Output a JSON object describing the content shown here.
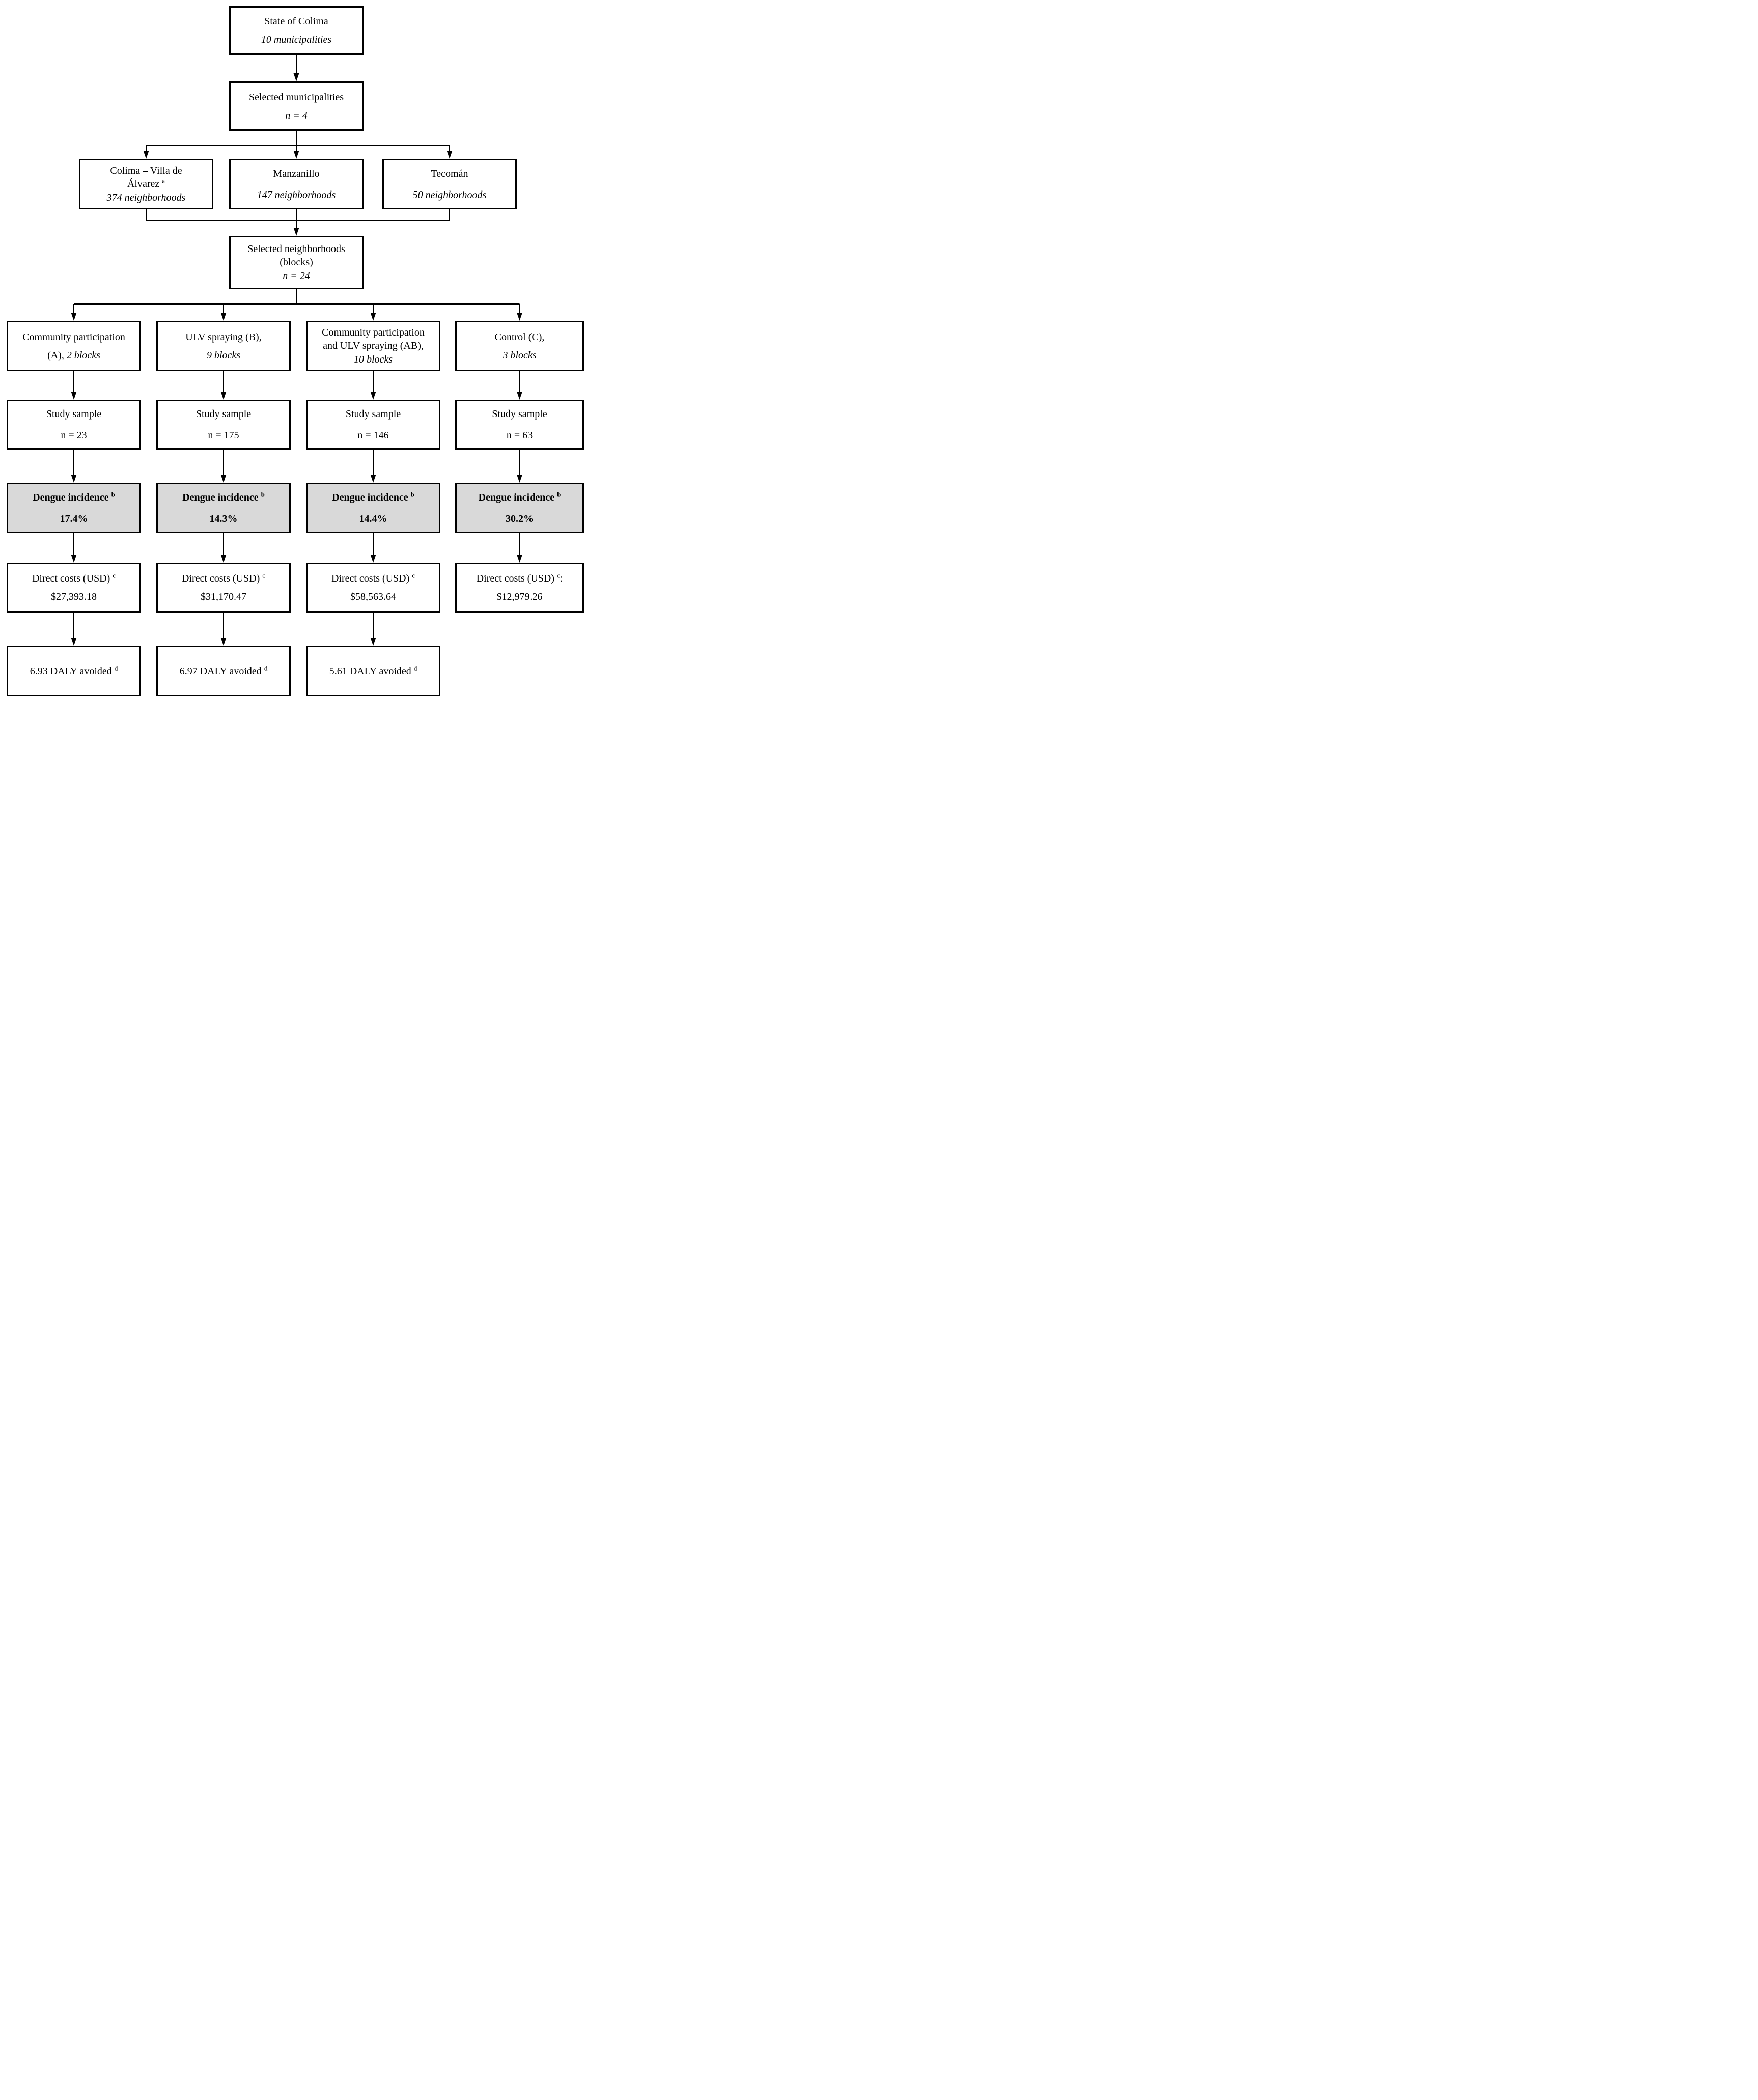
{
  "figure": {
    "background": "#ffffff",
    "box_border_color": "#000000",
    "connector_color": "#000000",
    "shaded_box_fill": "#d9d9d9"
  },
  "flow": {
    "state": {
      "title": "State of Colima",
      "subtitle": "10 municipalities"
    },
    "selected_municipalities": {
      "title": "Selected municipalities",
      "count": "n = 4"
    },
    "municipalities": [
      {
        "name_line1": "Colima – Villa de",
        "name_line2": "Álvarez",
        "footnote": "a",
        "count": "374 neighborhoods"
      },
      {
        "name_line1": "Manzanillo",
        "count": "147 neighborhoods"
      },
      {
        "name_line1": "Tecomán",
        "count": "50 neighborhoods"
      }
    ],
    "selected_neighborhoods": {
      "title": "Selected neighborhoods",
      "subtitle": "(blocks)",
      "count": "n = 24"
    }
  },
  "columns": [
    {
      "arm": {
        "line1": "Community participation",
        "line2": "(A), ",
        "blocks": "2 blocks"
      },
      "study": {
        "label": "Study sample",
        "value": "n = 23"
      },
      "dengue": {
        "label": "Dengue incidence",
        "footnote": "b",
        "value": "17.4%"
      },
      "costs": {
        "label": "Direct costs (USD)",
        "footnote": "c",
        "suffix": "",
        "value": "$27,393.18"
      },
      "daly": {
        "text": "6.93 DALY avoided",
        "footnote": "d"
      }
    },
    {
      "arm": {
        "line1": "ULV spraying (B),",
        "line2": "",
        "blocks": "9 blocks"
      },
      "study": {
        "label": "Study sample",
        "value": "n = 175"
      },
      "dengue": {
        "label": "Dengue incidence",
        "footnote": "b",
        "value": "14.3%"
      },
      "costs": {
        "label": "Direct costs (USD)",
        "footnote": "c",
        "suffix": "",
        "value": "$31,170.47"
      },
      "daly": {
        "text": "6.97 DALY avoided",
        "footnote": "d"
      }
    },
    {
      "arm": {
        "line1": "Community participation",
        "line2": "and ULV spraying (AB),",
        "blocks": "10 blocks"
      },
      "study": {
        "label": "Study sample",
        "value": "n = 146"
      },
      "dengue": {
        "label": "Dengue incidence",
        "footnote": "b",
        "value": "14.4%"
      },
      "costs": {
        "label": "Direct costs (USD)",
        "footnote": "c",
        "suffix": "",
        "value": "$58,563.64"
      },
      "daly": {
        "text": "5.61 DALY avoided",
        "footnote": "d"
      }
    },
    {
      "arm": {
        "line1": "Control (C),",
        "line2": "",
        "blocks": "3 blocks"
      },
      "study": {
        "label": "Study sample",
        "value": "n = 63"
      },
      "dengue": {
        "label": "Dengue incidence",
        "footnote": "b",
        "value": "30.2%"
      },
      "costs": {
        "label": "Direct costs (USD)",
        "footnote": "c",
        "suffix": ":",
        "value": "$12,979.26"
      }
    }
  ]
}
